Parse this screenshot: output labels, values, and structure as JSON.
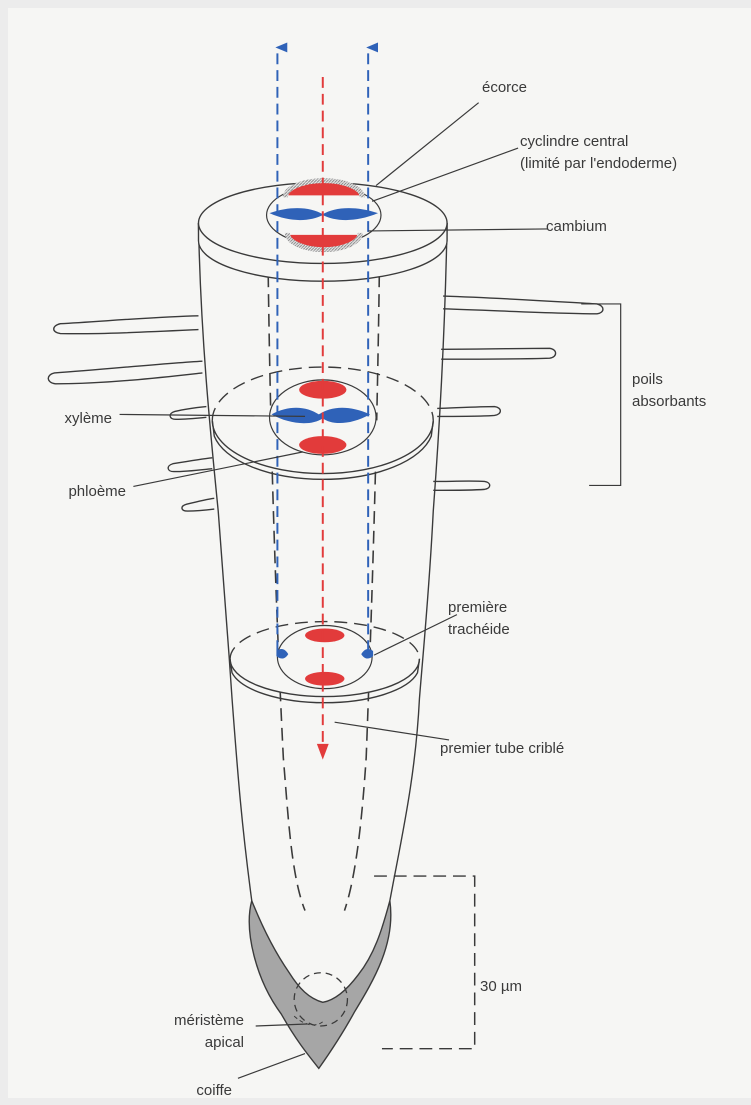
{
  "diagram": {
    "labels": {
      "ecorce": "écorce",
      "cylindre_line1": "cyclindre central",
      "cylindre_line2": "(limité par l'endoderme)",
      "cambium": "cambium",
      "poils_line1": "poils",
      "poils_line2": "absorbants",
      "xyleme": "xylème",
      "phloeme": "phloème",
      "premiere_line1": "première",
      "premiere_line2": "trachéide",
      "premier_tube": "premier tube criblé",
      "scale": "30 µm",
      "meristeme_line1": "méristème",
      "meristeme_line2": "apical",
      "coiffe": "coiffe"
    },
    "colors": {
      "xylem_blue": "#2f62b8",
      "phloem_red": "#e23b3b",
      "cap_gray": "#a6a6a6",
      "outline": "#3a3a3a",
      "background": "#f6f6f4"
    }
  }
}
